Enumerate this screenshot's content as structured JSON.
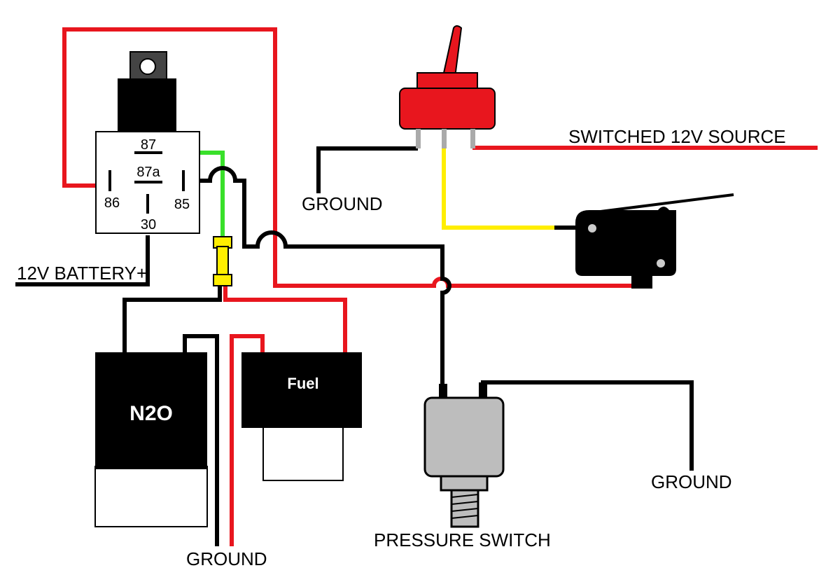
{
  "relay": {
    "pin_87": "87",
    "pin_87a": "87a",
    "pin_86": "86",
    "pin_85": "85",
    "pin_30": "30"
  },
  "labels": {
    "switched_source": "SWITCHED 12V SOURCE",
    "ground_toggle": "GROUND",
    "battery": "12V BATTERY+",
    "ground_right": "GROUND",
    "ground_bottom": "GROUND",
    "pressure_switch": "PRESSURE SWITCH"
  },
  "solenoids": {
    "n2o": "N2O",
    "fuel": "Fuel"
  },
  "colors": {
    "wire_black": "#000000",
    "wire_red": "#e8161e",
    "wire_green": "#39e02a",
    "wire_yellow": "#ffee00",
    "fuse": "#ffee00",
    "toggle": "#e8161e",
    "pressure_switch_body": "#bdbdbd"
  }
}
